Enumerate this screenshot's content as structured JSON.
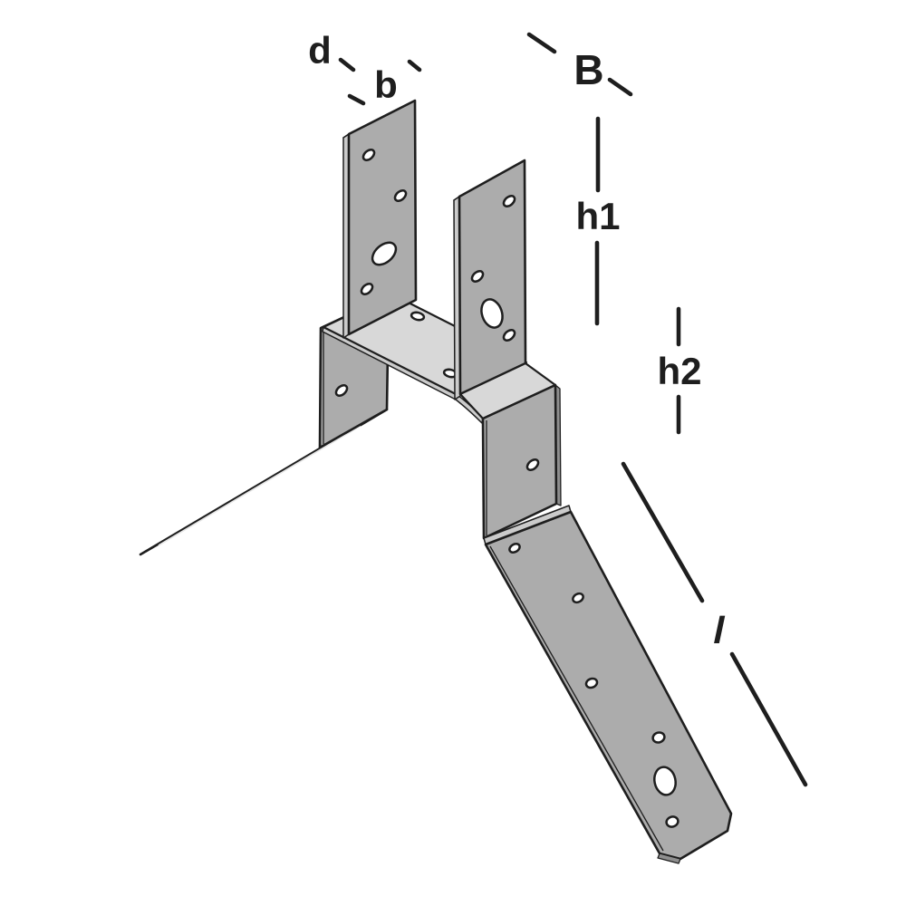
{
  "diagram": {
    "labels": {
      "d": "d",
      "b": "b",
      "B": "B",
      "h1": "h1",
      "h2": "h2",
      "l": "l"
    },
    "colors": {
      "outline": "#1e1e1e",
      "face_gray": "#acacac",
      "face_light": "#d8d8d8",
      "edge_light": "#cbcbcb",
      "shade_dark": "#8f8f8f",
      "hole_fill": "#ffffff",
      "background": "#ffffff"
    }
  }
}
